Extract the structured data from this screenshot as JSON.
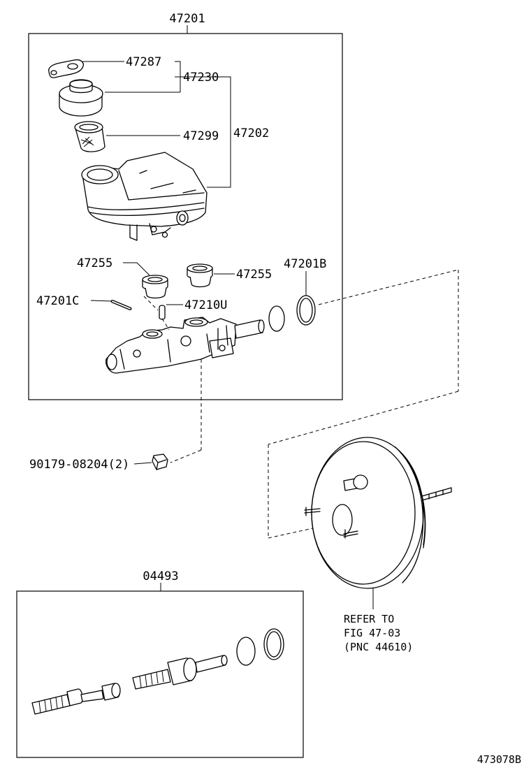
{
  "labels": {
    "assy_master_cylinder": "47201",
    "gasket_reservoir": "47287",
    "cap_reservoir": "47230",
    "strainer": "47299",
    "reservoir_assy": "47202",
    "grommet_left": "47255",
    "grommet_right": "47255",
    "ring_o": "47201B",
    "pin": "47201C",
    "pin_reservoir": "47210U",
    "nut": "90179-08204(2)",
    "kit_cylinder": "04493",
    "refer_line1": "REFER TO",
    "refer_line2": "FIG 47-03",
    "refer_line3": "(PNC 44610)",
    "figure_code": "473078B"
  }
}
